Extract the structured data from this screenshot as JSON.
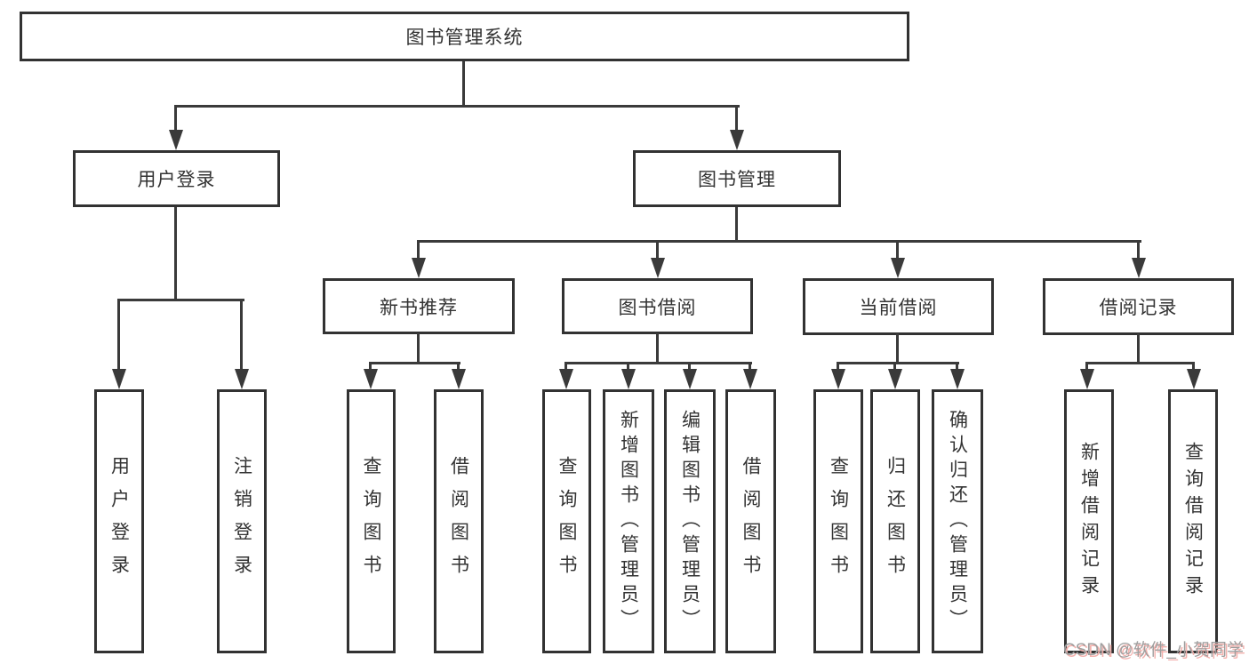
{
  "tree": {
    "root": {
      "label": "图书管理系统",
      "children": [
        {
          "label": "用户登录",
          "children": [
            {
              "label": "用户登录"
            },
            {
              "label": "注销登录"
            }
          ]
        },
        {
          "label": "图书管理",
          "children": [
            {
              "label": "新书推荐",
              "children": [
                {
                  "label": "查询图书"
                },
                {
                  "label": "借阅图书"
                }
              ]
            },
            {
              "label": "图书借阅",
              "children": [
                {
                  "label": "查询图书"
                },
                {
                  "label": "新增图书（管理员）"
                },
                {
                  "label": "编辑图书（管理员）"
                },
                {
                  "label": "借阅图书"
                }
              ]
            },
            {
              "label": "当前借阅",
              "children": [
                {
                  "label": "查询图书"
                },
                {
                  "label": "归还图书"
                },
                {
                  "label": "确认归还（管理员）"
                }
              ]
            },
            {
              "label": "借阅记录",
              "children": [
                {
                  "label": "新增借阅记录"
                },
                {
                  "label": "查询借阅记录"
                }
              ]
            }
          ]
        }
      ]
    }
  },
  "watermark": {
    "text": "CSDN @软件_小贺同学"
  },
  "colors": {
    "line": "#3a3a3a",
    "box_border": "#323232",
    "box_background": "#ffffff",
    "text": "#333333",
    "watermark_text": "#9e9e9e",
    "watermark_shadow": "#f3b0ac",
    "background": "#ffffff"
  }
}
